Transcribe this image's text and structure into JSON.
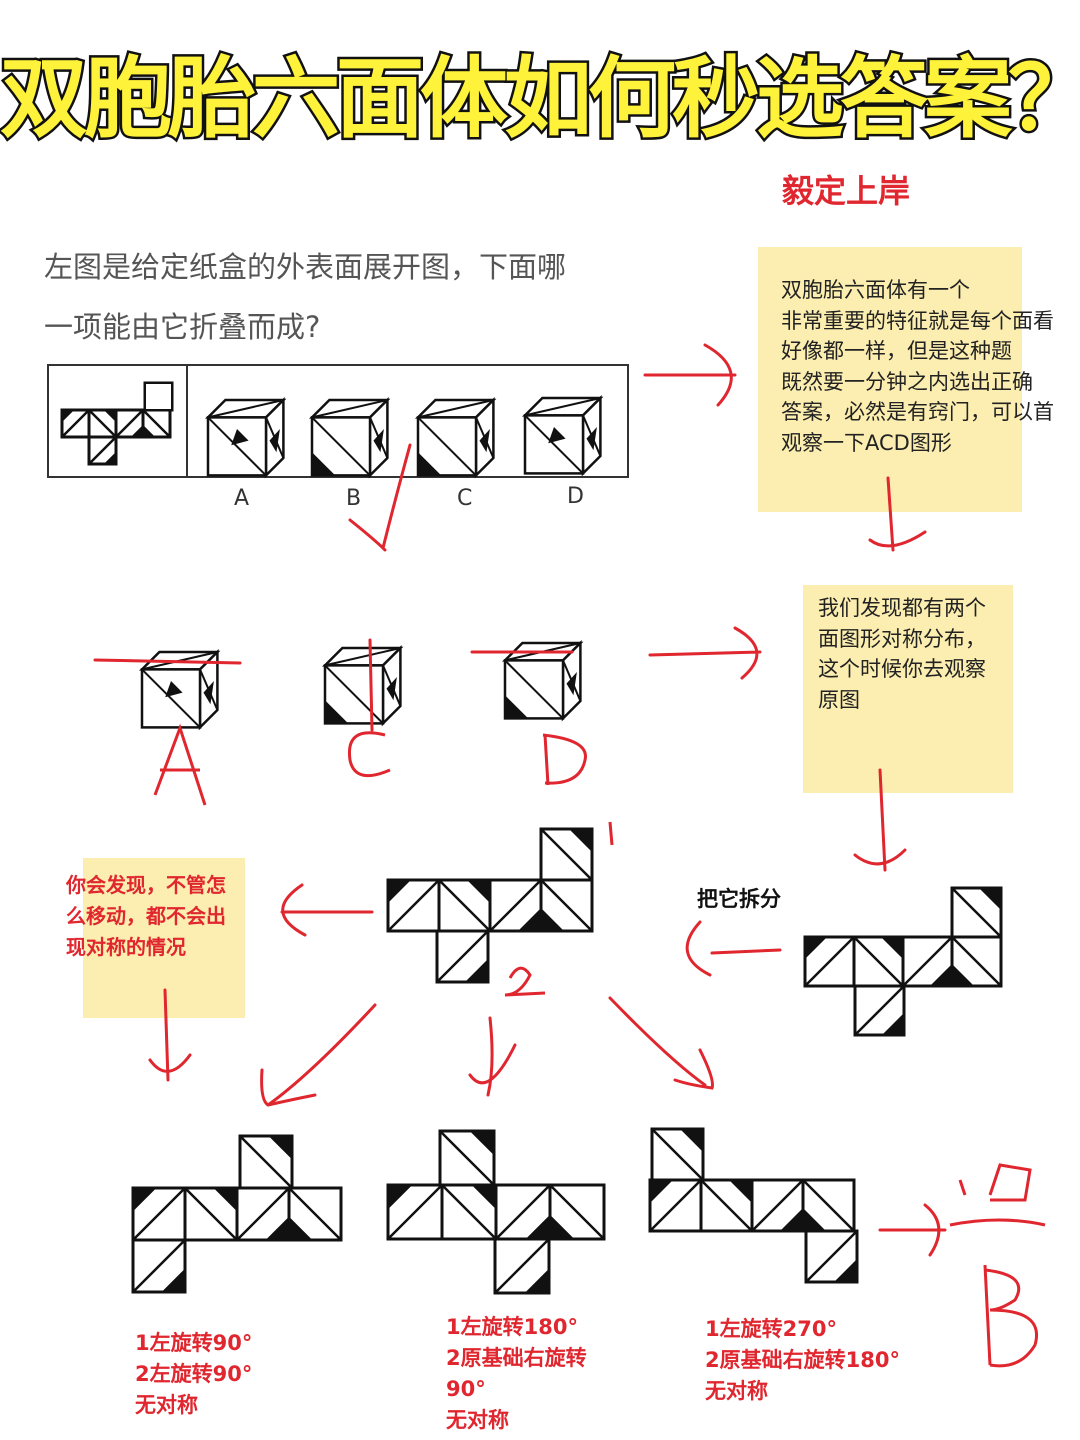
{
  "title": "双胞胎六面体如何秒选答案？",
  "brand": "毅定上岸",
  "question": {
    "line1": "左图是给定纸盒的外表面展开图，下面哪",
    "line2": "一项能由它折叠而成?",
    "options": [
      "A",
      "B",
      "C",
      "D"
    ]
  },
  "note1": {
    "lines": [
      "双胞胎六面体有一个",
      "非常重要的特征就是每个面看",
      "好像都一样，但是这种题",
      "既然要一分钟之内选出正确",
      "答案，必然是有窍门，可以首",
      "观察一下ACD图形"
    ]
  },
  "note2": {
    "lines": [
      "我们发现都有两个",
      "面图形对称分布，",
      "这个时候你去观察",
      "原图"
    ]
  },
  "note3": {
    "lines": [
      "你会发现，不管怎",
      "么移动，都不会出",
      "现对称的情况"
    ]
  },
  "handwritten": {
    "a": "A",
    "c": "C",
    "d": "D",
    "n1": "1",
    "n2": "2",
    "choose": "选",
    "answer": "B"
  },
  "split_label": "把它拆分",
  "captions": [
    [
      "1左旋转90°",
      "2左旋转90°",
      "无对称"
    ],
    [
      "1左旋转180°",
      "2原基础右旋转",
      "90°",
      "无对称"
    ],
    [
      "1左旋转270°",
      "2原基础右旋转180°",
      "无对称"
    ]
  ],
  "colors": {
    "title": "#fff23a",
    "red": "#e0262e",
    "note": "#fbeeb0"
  }
}
